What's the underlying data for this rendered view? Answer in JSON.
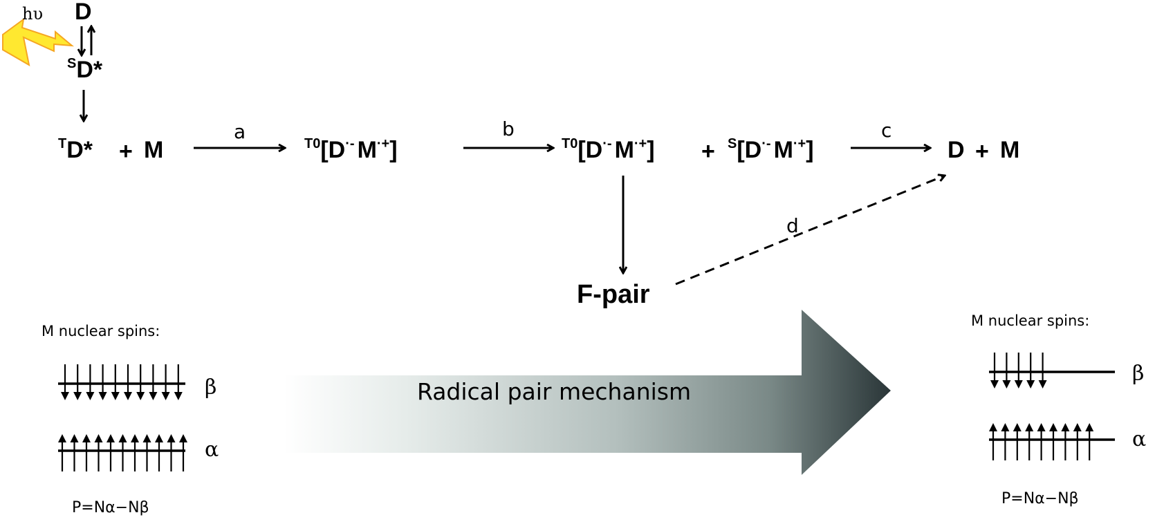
{
  "excitation": {
    "light_label": "hυ",
    "ground_state": "D",
    "singlet_excited": {
      "sup": "S",
      "main": "D*"
    }
  },
  "main_chain": {
    "reactant": {
      "sup": "T",
      "species1": "D*",
      "plus": "+",
      "species2": "M"
    },
    "step_a": "a",
    "intermediate1": {
      "sup": "T0",
      "open": "[",
      "d": "D",
      "d_charge": "·-",
      "m": "M",
      "m_charge": "·+",
      "close": "]"
    },
    "step_b": "b",
    "intermediate2a": {
      "sup": "T0",
      "open": "[",
      "d": "D",
      "d_charge": "·-",
      "m": "M",
      "m_charge": "·+",
      "close": "]"
    },
    "plus": "+",
    "intermediate2b": {
      "sup": "S",
      "open": "[",
      "d": "D",
      "d_charge": "·-",
      "m": "M",
      "m_charge": "·+",
      "close": "]"
    },
    "step_c": "c",
    "product": {
      "species1": "D",
      "plus": "+",
      "species2": "M"
    },
    "step_d": "d",
    "fpair": "F-pair"
  },
  "mechanism_arrow": {
    "label": "Radical pair mechanism",
    "gradient_start": "#ffffff",
    "gradient_mid": "#a9b4b2",
    "gradient_end": "#2a3638"
  },
  "left_spins": {
    "title": "M nuclear spins:",
    "beta_label": "β",
    "alpha_label": "α",
    "beta_count": 10,
    "alpha_count": 11,
    "formula": "P=Nα−Nβ"
  },
  "right_spins": {
    "title": "M nuclear spins:",
    "beta_label": "β",
    "alpha_label": "α",
    "beta_count": 5,
    "alpha_count": 9,
    "formula": "P=Nα−Nβ"
  },
  "colors": {
    "bolt_fill": "#ffe830",
    "bolt_stroke": "#f5a623",
    "ink": "#000000"
  }
}
